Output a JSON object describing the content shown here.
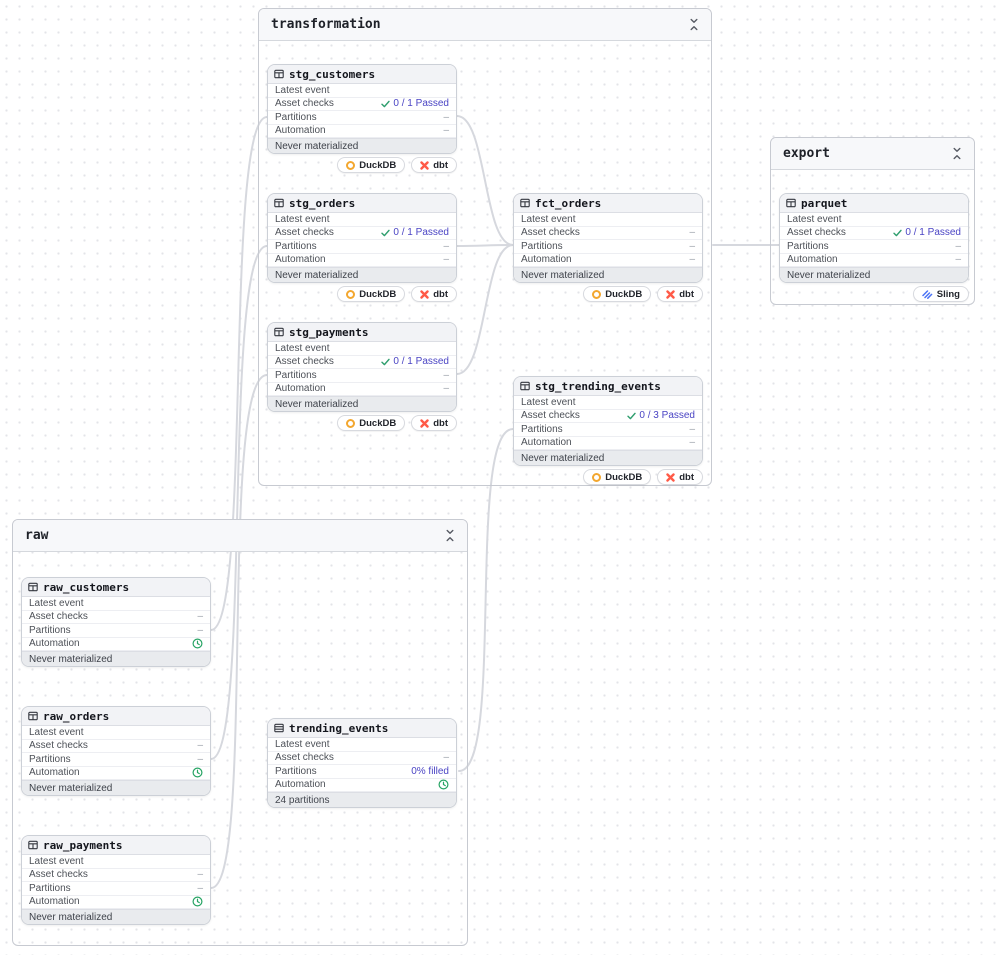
{
  "colors": {
    "edge": "#d6d8de",
    "link_purple": "#4a44c4",
    "check_green": "#2f9e6e",
    "clock_green": "#27a464",
    "duckdb_yellow": "#f3a72f",
    "dbt_orange": "#ff5a47",
    "sling_blue": "#4a72f5"
  },
  "groups": [
    {
      "title": "transformation",
      "assets": [
        {
          "name": "stg_customers",
          "rows": [
            {
              "label": "Latest event",
              "value": ""
            },
            {
              "label": "Asset checks",
              "value": "0 / 1 Passed"
            },
            {
              "label": "Partitions",
              "value": "–"
            },
            {
              "label": "Automation",
              "value": "–"
            }
          ],
          "footer": "Never materialized",
          "badges": [
            "DuckDB",
            "dbt"
          ]
        },
        {
          "name": "stg_orders",
          "rows": [
            {
              "label": "Latest event",
              "value": ""
            },
            {
              "label": "Asset checks",
              "value": "0 / 1 Passed"
            },
            {
              "label": "Partitions",
              "value": "–"
            },
            {
              "label": "Automation",
              "value": "–"
            }
          ],
          "footer": "Never materialized",
          "badges": [
            "DuckDB",
            "dbt"
          ]
        },
        {
          "name": "stg_payments",
          "rows": [
            {
              "label": "Latest event",
              "value": ""
            },
            {
              "label": "Asset checks",
              "value": "0 / 1 Passed"
            },
            {
              "label": "Partitions",
              "value": "–"
            },
            {
              "label": "Automation",
              "value": "–"
            }
          ],
          "footer": "Never materialized",
          "badges": [
            "DuckDB",
            "dbt"
          ]
        },
        {
          "name": "fct_orders",
          "rows": [
            {
              "label": "Latest event",
              "value": ""
            },
            {
              "label": "Asset checks",
              "value": "–"
            },
            {
              "label": "Partitions",
              "value": "–"
            },
            {
              "label": "Automation",
              "value": "–"
            }
          ],
          "footer": "Never materialized",
          "badges": [
            "DuckDB",
            "dbt"
          ]
        },
        {
          "name": "stg_trending_events",
          "rows": [
            {
              "label": "Latest event",
              "value": ""
            },
            {
              "label": "Asset checks",
              "value": "0 / 3 Passed"
            },
            {
              "label": "Partitions",
              "value": "–"
            },
            {
              "label": "Automation",
              "value": "–"
            }
          ],
          "footer": "Never materialized",
          "badges": [
            "DuckDB",
            "dbt"
          ]
        }
      ]
    },
    {
      "title": "export",
      "assets": [
        {
          "name": "parquet",
          "rows": [
            {
              "label": "Latest event",
              "value": ""
            },
            {
              "label": "Asset checks",
              "value": "0 / 1 Passed"
            },
            {
              "label": "Partitions",
              "value": "–"
            },
            {
              "label": "Automation",
              "value": "–"
            }
          ],
          "footer": "Never materialized",
          "badges": [
            "Sling"
          ]
        }
      ]
    },
    {
      "title": "raw",
      "assets": [
        {
          "name": "raw_customers",
          "rows": [
            {
              "label": "Latest event",
              "value": ""
            },
            {
              "label": "Asset checks",
              "value": "–"
            },
            {
              "label": "Partitions",
              "value": "–"
            },
            {
              "label": "Automation",
              "value": ""
            }
          ],
          "footer": "Never materialized",
          "badges": []
        },
        {
          "name": "raw_orders",
          "rows": [
            {
              "label": "Latest event",
              "value": ""
            },
            {
              "label": "Asset checks",
              "value": "–"
            },
            {
              "label": "Partitions",
              "value": "–"
            },
            {
              "label": "Automation",
              "value": ""
            }
          ],
          "footer": "Never materialized",
          "badges": []
        },
        {
          "name": "raw_payments",
          "rows": [
            {
              "label": "Latest event",
              "value": "–"
            },
            {
              "label": "Asset checks",
              "value": "–"
            },
            {
              "label": "Partitions",
              "value": "–"
            },
            {
              "label": "Automation",
              "value": ""
            }
          ],
          "footer": "Never materialized",
          "badges": []
        },
        {
          "name": "trending_events",
          "rows": [
            {
              "label": "Latest event",
              "value": ""
            },
            {
              "label": "Asset checks",
              "value": "–"
            },
            {
              "label": "Partitions",
              "value": "0% filled"
            },
            {
              "label": "Automation",
              "value": ""
            }
          ],
          "footer": "24 partitions",
          "badges": []
        }
      ]
    }
  ]
}
